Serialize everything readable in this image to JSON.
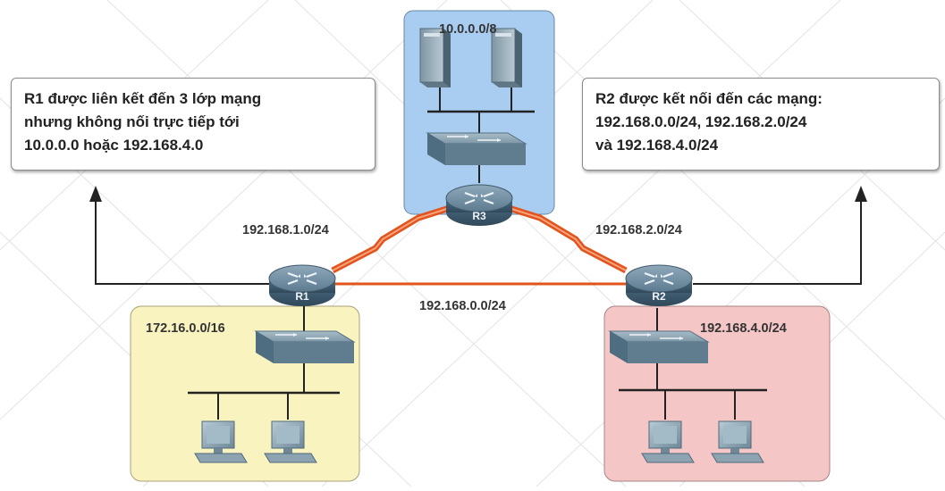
{
  "notes": {
    "r1": [
      "R1 được liên kết đến 3 lớp mạng",
      "nhưng không nối trực tiếp tới",
      "10.0.0.0 hoặc 192.168.4.0"
    ],
    "r2": [
      "R2 được kết nối đến các mạng:",
      "192.168.0.0/24, 192.168.2.0/24",
      "và 192.168.4.0/24"
    ]
  },
  "networks": {
    "top": "10.0.0.0/8",
    "left": "172.16.0.0/16",
    "right": "192.168.4.0/24"
  },
  "links": {
    "r1_r3": "192.168.1.0/24",
    "r2_r3": "192.168.2.0/24",
    "r1_r2": "192.168.0.0/24"
  },
  "routers": {
    "r1": "R1",
    "r2": "R2",
    "r3": "R3"
  },
  "colors": {
    "top_net": "#a9cdf0",
    "left_net": "#f8f3bf",
    "right_net": "#f4c6c6",
    "serial_link": "#e2541c"
  }
}
